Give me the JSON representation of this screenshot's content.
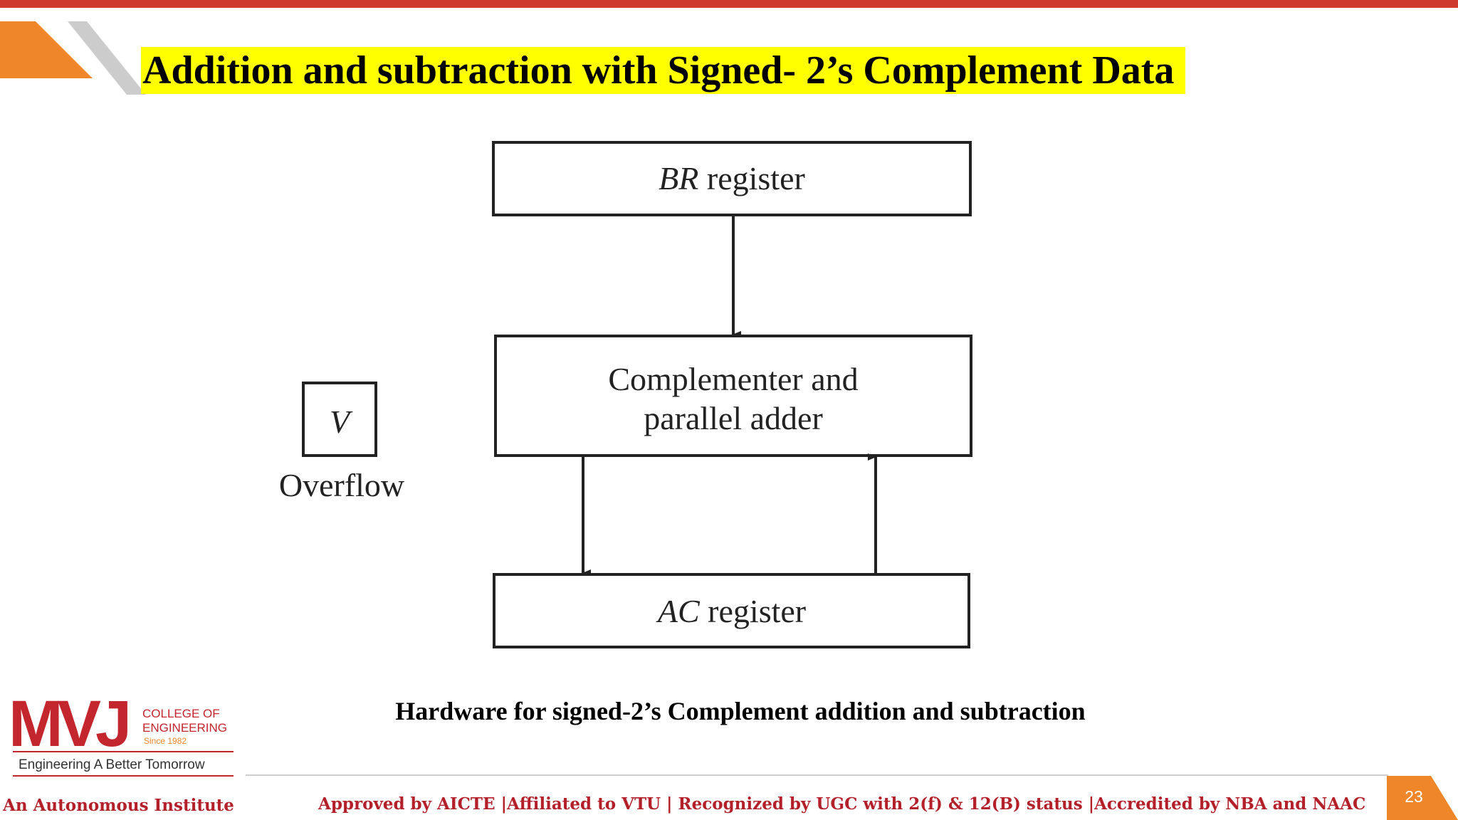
{
  "slide": {
    "title": "Addition and subtraction with Signed- 2’s Complement Data",
    "caption": "Hardware for signed-2’s Complement addition and subtraction",
    "page_number": "23"
  },
  "diagram": {
    "br_register": {
      "italic": "BR",
      "rest": " register"
    },
    "adder": {
      "line1": "Complementer and",
      "line2": "parallel adder"
    },
    "ac_register": {
      "italic": "AC",
      "rest": " register"
    },
    "flag": {
      "letter": "V",
      "label": "Overflow"
    }
  },
  "logo": {
    "mark": "MVJ",
    "line1": "COLLEGE OF",
    "line2": "ENGINEERING",
    "since": "Since 1982",
    "tagline": "Engineering A Better Tomorrow"
  },
  "footer": {
    "left": "An Autonomous Institute",
    "approval": "Approved by AICTE |Affiliated to VTU | Recognized by UGC with 2(f) & 12(B) status |Accredited by NBA and NAAC"
  },
  "colors": {
    "accent_red": "#cf3b2c",
    "accent_orange": "#f0862a",
    "title_highlight": "#ffff00",
    "footer_text": "#b3202a"
  }
}
